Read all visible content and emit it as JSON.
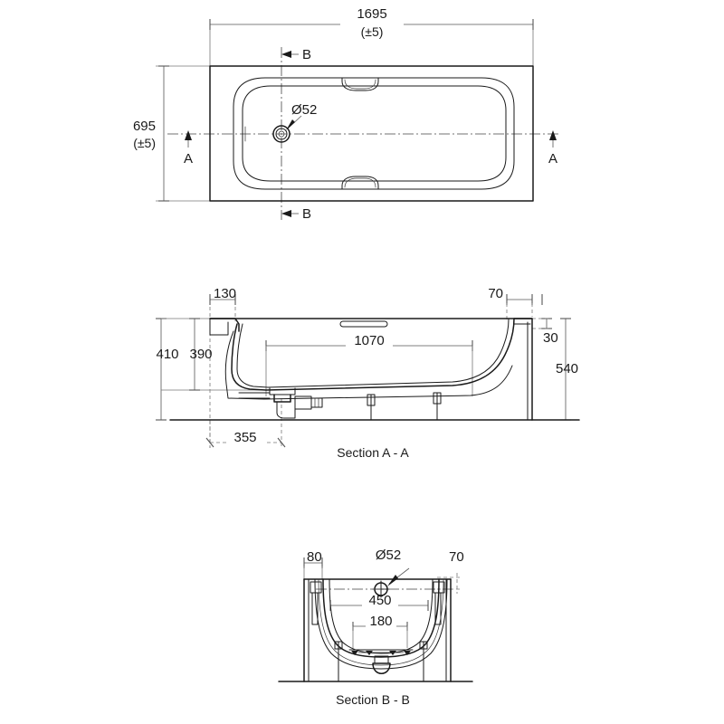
{
  "document": {
    "type": "technical-drawing",
    "subject": "Rectangular single-ended bath — plan and sections",
    "line_color": "#1a1a1a",
    "dimension_color": "#555555",
    "background": "#ffffff"
  },
  "plan_view": {
    "name": "Plan view",
    "dimensions": {
      "overall_length": "1695",
      "overall_length_tolerance": "(±5)",
      "overall_width": "695",
      "overall_width_tolerance": "(±5)",
      "waste_diameter": "Ø52"
    },
    "section_markers": [
      {
        "label": "B",
        "position": "top"
      },
      {
        "label": "B",
        "position": "bottom"
      },
      {
        "label": "A",
        "position": "left"
      },
      {
        "label": "A",
        "position": "right"
      }
    ]
  },
  "section_aa": {
    "title": "Section A - A",
    "dimensions": {
      "rim_to_floor": "410",
      "inner_depth": "390",
      "flat_base_length": "1070",
      "left_rim_width": "130",
      "right_rim_width": "70",
      "rim_thickness": "30",
      "overall_height": "540",
      "waste_offset": "355"
    }
  },
  "section_bb": {
    "title": "Section B - B",
    "dimensions": {
      "left_rim_width": "80",
      "right_rim_width": "70",
      "waste_diameter": "Ø52",
      "inner_width_upper": "450",
      "base_width": "180"
    }
  }
}
